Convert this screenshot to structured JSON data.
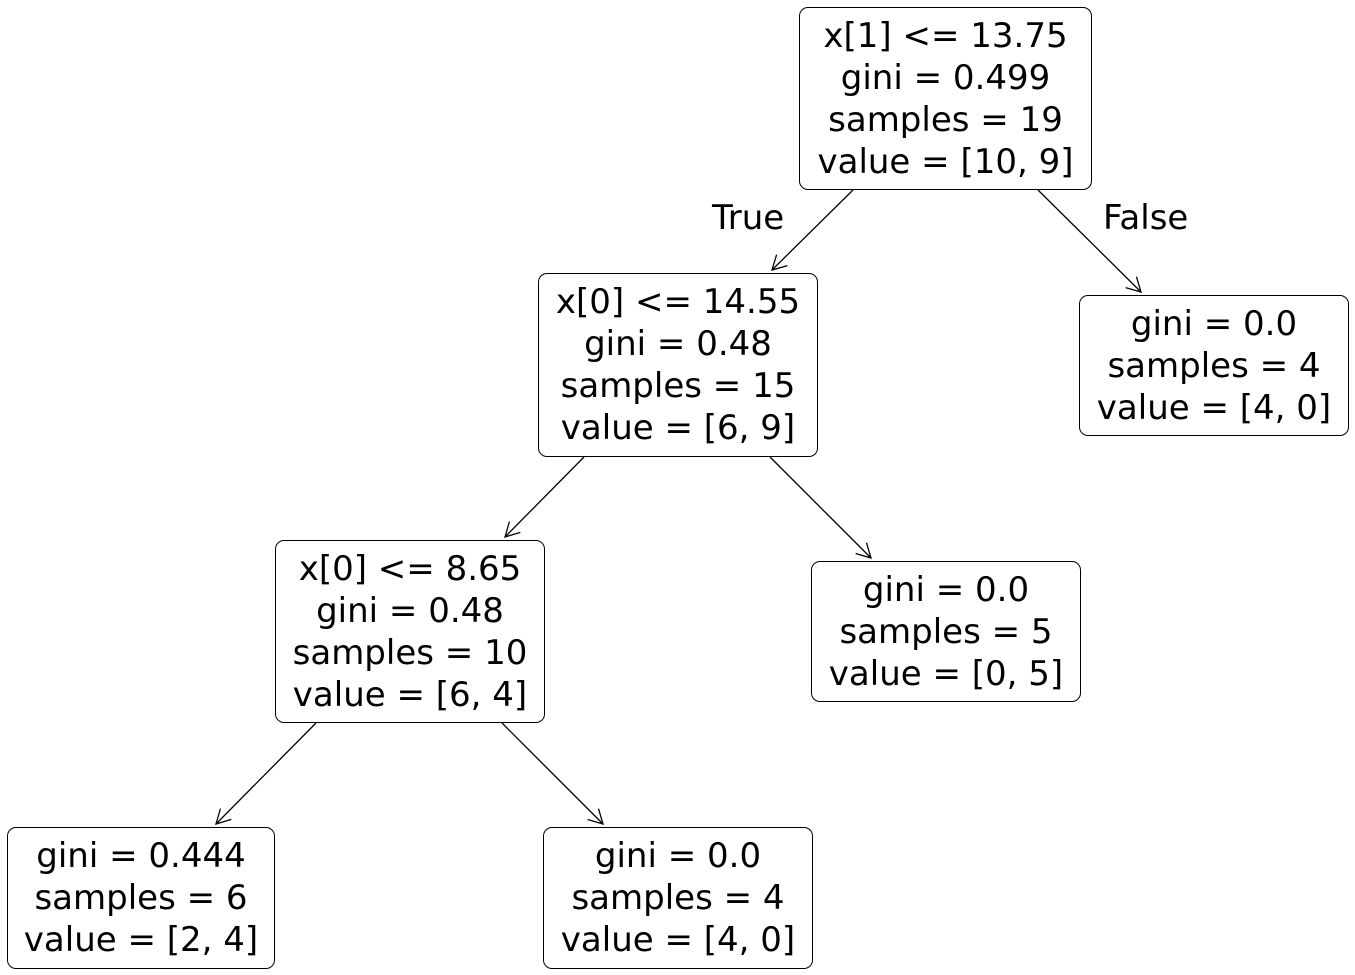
{
  "tree": {
    "nodes": [
      {
        "id": "root",
        "lines": [
          "x[1] <= 13.75",
          "gini = 0.499",
          "samples = 19",
          "value = [10, 9]"
        ]
      },
      {
        "id": "n1",
        "lines": [
          "x[0] <= 14.55",
          "gini = 0.48",
          "samples = 15",
          "value = [6, 9]"
        ]
      },
      {
        "id": "n2",
        "lines": [
          "gini = 0.0",
          "samples = 4",
          "value = [4, 0]"
        ]
      },
      {
        "id": "n3",
        "lines": [
          "x[0] <= 8.65",
          "gini = 0.48",
          "samples = 10",
          "value = [6, 4]"
        ]
      },
      {
        "id": "n4",
        "lines": [
          "gini = 0.0",
          "samples = 5",
          "value = [0, 5]"
        ]
      },
      {
        "id": "n5",
        "lines": [
          "gini = 0.444",
          "samples = 6",
          "value = [2, 4]"
        ]
      },
      {
        "id": "n6",
        "lines": [
          "gini = 0.0",
          "samples = 4",
          "value = [4, 0]"
        ]
      }
    ],
    "edges": [
      {
        "from": "root",
        "to": "n1",
        "label": "True"
      },
      {
        "from": "root",
        "to": "n2",
        "label": "False"
      },
      {
        "from": "n1",
        "to": "n3",
        "label": ""
      },
      {
        "from": "n1",
        "to": "n4",
        "label": ""
      },
      {
        "from": "n3",
        "to": "n5",
        "label": ""
      },
      {
        "from": "n3",
        "to": "n6",
        "label": ""
      }
    ]
  }
}
